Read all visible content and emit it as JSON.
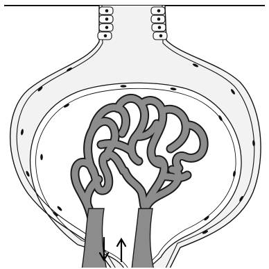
{
  "diagram": {
    "subject": "renal-corpuscle",
    "arrows": [
      {
        "id": "arrow-down",
        "direction": "down"
      },
      {
        "id": "arrow-up",
        "direction": "up"
      }
    ],
    "colors": {
      "background": "#ffffff",
      "outline": "#111111",
      "capsule_space": "#f2f2f2",
      "vessel_fill": "#8c8c8c",
      "vessel_edge": "#1a1a1a"
    }
  }
}
